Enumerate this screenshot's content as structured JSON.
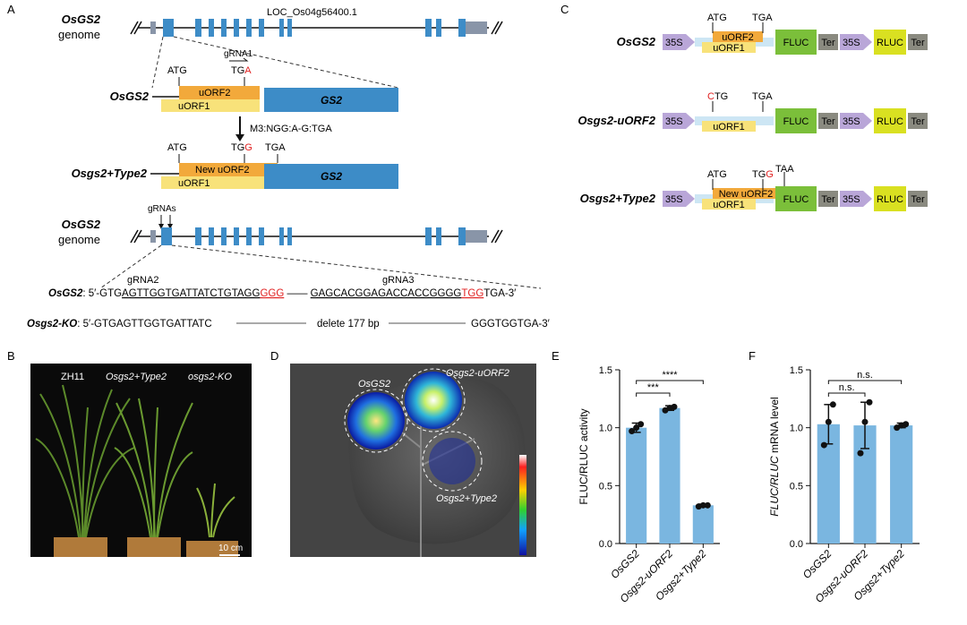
{
  "panels": {
    "a": "A",
    "b": "B",
    "c": "C",
    "d": "D",
    "e": "E",
    "f": "F"
  },
  "panel_a": {
    "locus": "LOC_Os04g56400.1",
    "gene_label": "OsGS2",
    "genome_label": "genome",
    "grna1": "gRNA1",
    "atg": "ATG",
    "tg": "TG",
    "tga_red": "A",
    "uorf2": "uORF2",
    "uorf1": "uORF1",
    "gs2": "GS2",
    "mutation": "M3:NGG:A-G:TGA",
    "type2_label": "Osgs2+Type2",
    "tgg_red": "G",
    "tga": "TGA",
    "new_uorf2": "New uORF2",
    "grnas": "gRNAs",
    "grna2": "gRNA2",
    "grna3": "gRNA3",
    "wt_seq_label": "OsGS2",
    "wt_seq_1": ": 5′-GTG",
    "wt_seq_grna2": "AGTTGGTGATTATCTGTAGG",
    "wt_seq_pam2": "GGG",
    "wt_seq_dash": " —— ",
    "wt_seq_grna3": "GAGCACGGAGACCACCGGGG",
    "wt_seq_pam3": "TGG",
    "wt_seq_end": "TGA-3′",
    "ko_label": "Osgs2-KO",
    "ko_seq_1": ": 5′-GTGAGTTGGTGATTATC",
    "ko_delete": "delete 177 bp",
    "ko_seq_2": "GGGTGGTGA-3′"
  },
  "panel_b": {
    "labels": [
      "ZH11",
      "Osgs2+Type2",
      "osgs2-KO"
    ],
    "scale": "10 cm"
  },
  "panel_c": {
    "rows": [
      {
        "name": "OsGS2",
        "start": "ATG",
        "start_red": "",
        "stop": "TGA",
        "stop_red": "",
        "orf_top": "uORF2",
        "orf_bottom": "uORF1"
      },
      {
        "name": "Osgs2-uORF2",
        "start": "TG",
        "start_red": "C",
        "stop": "TGA",
        "stop_red": "",
        "orf_top": "",
        "orf_bottom": "uORF1"
      },
      {
        "name": "Osgs2+Type2",
        "start": "ATG",
        "start_red": "",
        "stop": "TG",
        "stop_red": "G",
        "stop2": "TAA",
        "orf_top": "New uORF2",
        "orf_bottom": "uORF1"
      }
    ],
    "p35s": "35S",
    "fluc": "FLUC",
    "ter": "Ter",
    "rluc": "RLUC"
  },
  "panel_d": {
    "labels": [
      "OsGS2",
      "Osgs2-uORF2",
      "Osgs2+Type2"
    ]
  },
  "chart_data": [
    {
      "type": "bar",
      "panel": "E",
      "categories": [
        "OsGS2",
        "Osgs2-uORF2",
        "Osgs2+Type2"
      ],
      "values": [
        1.0,
        1.17,
        0.33
      ],
      "points": [
        [
          0.97,
          1.0,
          1.03
        ],
        [
          1.15,
          1.17,
          1.18
        ],
        [
          0.32,
          0.33,
          0.33
        ]
      ],
      "errors": [
        0.04,
        0.02,
        0.01
      ],
      "ylabel": "FLUC/RLUC activity",
      "yticks": [
        "0.0",
        "0.5",
        "1.0",
        "1.5"
      ],
      "ylim": [
        0,
        1.5
      ],
      "significance": [
        {
          "from": 0,
          "to": 1,
          "label": "***"
        },
        {
          "from": 0,
          "to": 2,
          "label": "****"
        }
      ]
    },
    {
      "type": "bar",
      "panel": "F",
      "categories": [
        "OsGS2",
        "Osgs2-uORF2",
        "Osgs2+Type2"
      ],
      "values": [
        1.03,
        1.02,
        1.02
      ],
      "points": [
        [
          0.85,
          1.05,
          1.2
        ],
        [
          0.78,
          1.05,
          1.22
        ],
        [
          1.0,
          1.02,
          1.03
        ]
      ],
      "errors": [
        0.17,
        0.2,
        0.02
      ],
      "ylabel_italic": "FLUC/RLUC",
      "ylabel_rest": " mRNA level",
      "yticks": [
        "0.0",
        "0.5",
        "1.0",
        "1.5"
      ],
      "ylim": [
        0,
        1.5
      ],
      "significance": [
        {
          "from": 0,
          "to": 1,
          "label": "n.s."
        },
        {
          "from": 0,
          "to": 2,
          "label": "n.s."
        }
      ]
    }
  ],
  "colors": {
    "bar": "#7ab6e0",
    "exon": "#3d8cc7",
    "utr": "#8995a8",
    "uorf2": "#f2a93b",
    "uorf1": "#f8e27a",
    "promoter": "#b9a6d8",
    "fluc": "#7bbf3a",
    "rluc": "#d9e021",
    "ter": "#8a8a80",
    "red": "#e02020"
  }
}
